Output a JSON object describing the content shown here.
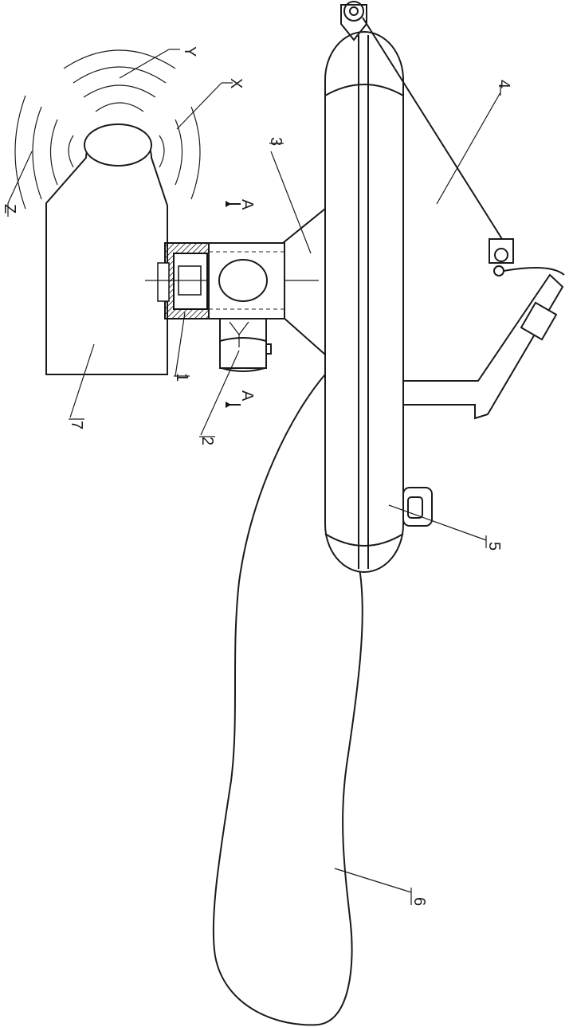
{
  "diagram": {
    "labels": {
      "y": "Y",
      "x": "X",
      "z": "Z",
      "n1": "1",
      "n2": "2",
      "n3": "3",
      "n4": "4",
      "n5": "5",
      "n6": "6",
      "n7": "7",
      "sec_a_top": "A",
      "sec_a_bottom": "A"
    }
  }
}
